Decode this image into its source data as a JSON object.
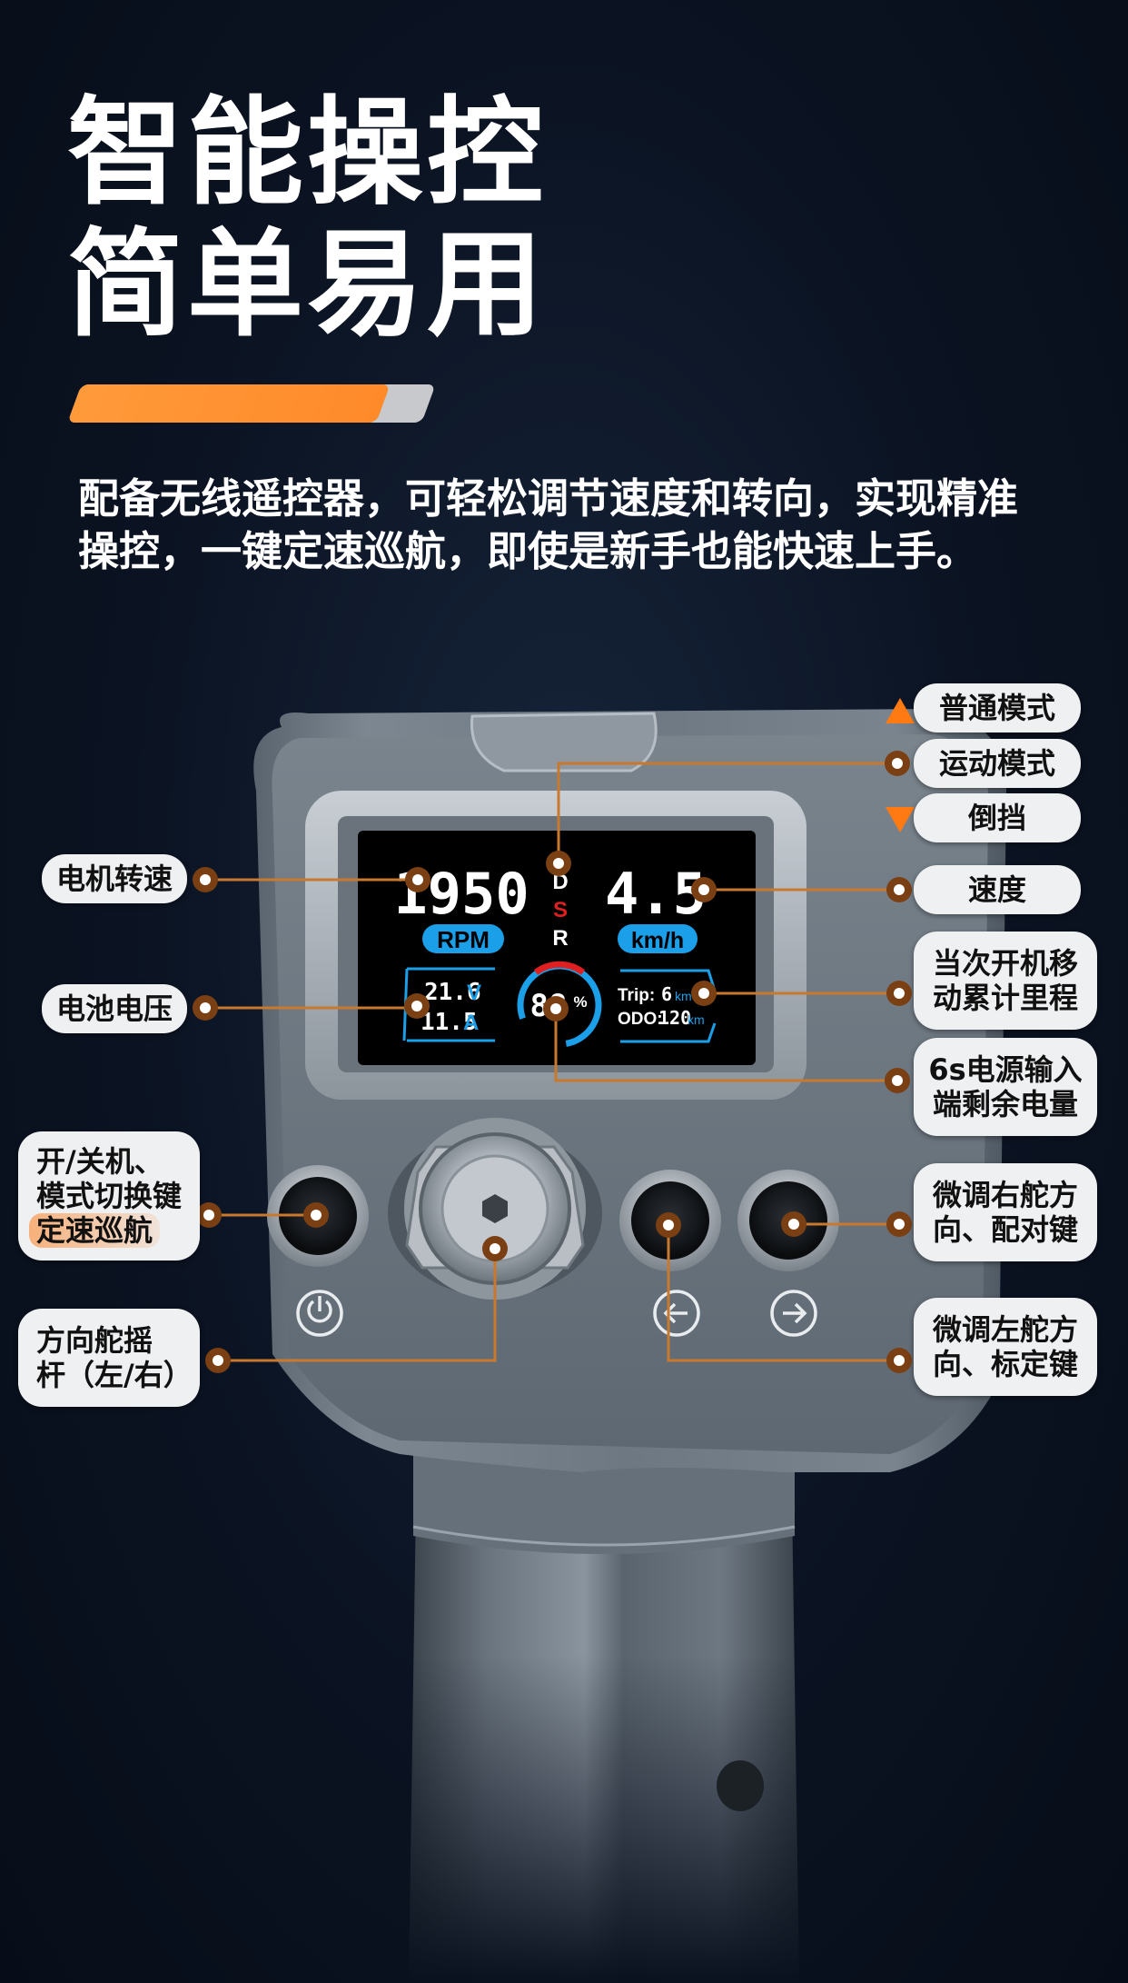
{
  "headline": {
    "line1": "智能操控",
    "line2": "简单易用"
  },
  "description": "配备无线遥控器，可轻松调节速度和转向，实现精准操控，一键定速巡航，即使是新手也能快速上手。",
  "colors": {
    "accent": "#ff8a2a",
    "lcd_blue": "#1a9fe8",
    "lcd_red": "#e02020",
    "leader_line": "#c8792e"
  },
  "display": {
    "rpm_value": "1950",
    "rpm_unit": "RPM",
    "gear_d": "D",
    "gear_s": "S",
    "gear_r": "R",
    "speed_value": "4.5",
    "speed_unit": "km/h",
    "voltage_value": "21.6",
    "voltage_unit": "V",
    "current_value": "11.5",
    "current_unit": "A",
    "battery_value": "88",
    "battery_unit": "%",
    "trip_label": "Trip:",
    "trip_value": "6",
    "trip_unit": "km",
    "odo_label": "ODO:",
    "odo_value": "120",
    "odo_unit": "km"
  },
  "callouts": {
    "motor_speed": "电机转速",
    "battery_voltage": "电池电压",
    "power_mode": [
      "开/关机、",
      "模式切换键",
      "定速巡航"
    ],
    "steering_stick": [
      "方向舵摇",
      "杆（左/右）"
    ],
    "normal_mode": "普通模式",
    "sport_mode": "运动模式",
    "reverse": "倒挡",
    "speed": "速度",
    "trip_mileage": [
      "当次开机移",
      "动累计里程"
    ],
    "power_remaining": [
      "6s电源输入",
      "端剩余电量"
    ],
    "trim_right": [
      "微调右舵方",
      "向、配对键"
    ],
    "trim_left": [
      "微调左舵方",
      "向、标定键"
    ]
  },
  "icons": {
    "power_button": "power-icon",
    "left_button": "arrow-left-icon",
    "right_button": "arrow-right-icon"
  }
}
